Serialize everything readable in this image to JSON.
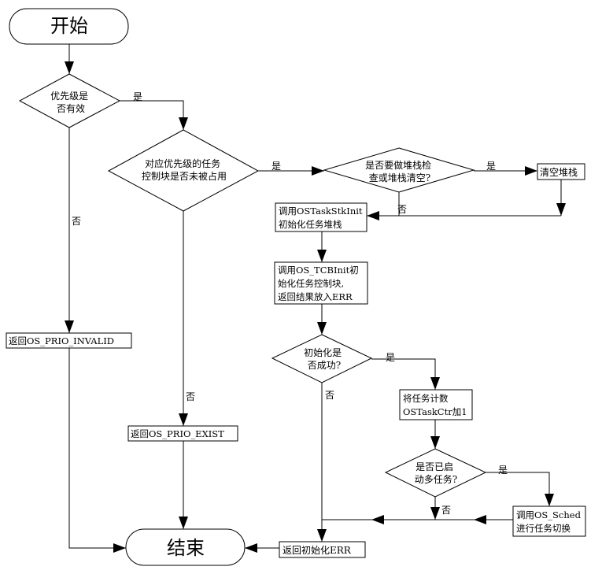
{
  "terminals": {
    "start": "开始",
    "end": "结束"
  },
  "decisions": {
    "prio_valid": [
      "优先级是",
      "否有效"
    ],
    "tcb_free": [
      "对应优先级的任务",
      "控制块是否未被占用"
    ],
    "stack_check": [
      "是否要做堆栈检",
      "查或堆栈清空?"
    ],
    "init_ok": [
      "初始化是",
      "否成功?"
    ],
    "multitask": [
      "是否已启",
      "动多任务?"
    ]
  },
  "processes": {
    "ret_invalid": [
      "返回OS_PRIO_INVALID"
    ],
    "ret_exist": [
      "返回OS_PRIO_EXIST"
    ],
    "clear_stack": [
      "清空堆栈"
    ],
    "stk_init": [
      "调用OSTaskStkInit",
      "初始化任务堆栈"
    ],
    "tcb_init": [
      "调用OS_TCBInit初",
      "始化任务控制块,",
      "返回结果放入ERR"
    ],
    "ctr_inc": [
      "将任务计数",
      "OSTaskCtr加1"
    ],
    "sched": [
      "调用OS_Sched",
      "进行任务切换"
    ],
    "ret_err": [
      "返回初始化ERR"
    ]
  },
  "edge_labels": {
    "yes": "是",
    "no": "否"
  },
  "colors": {
    "stroke": "#000000",
    "fill": "#ffffff"
  }
}
